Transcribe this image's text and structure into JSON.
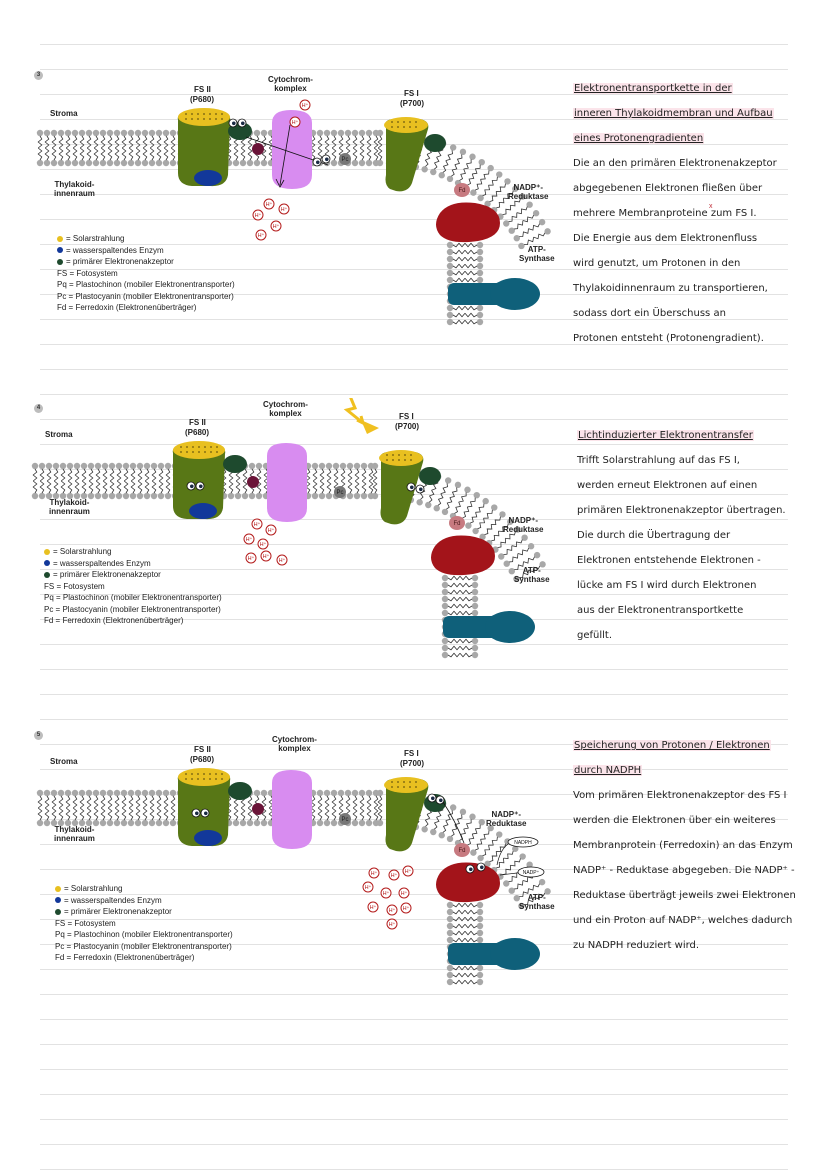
{
  "colors": {
    "ps2": "#587716",
    "ps1": "#587716",
    "yellow_cap": "#e8c020",
    "blue_enzyme": "#12389a",
    "acceptor": "#1e4a2e",
    "plastoquinone": "#6a1438",
    "cytochrome": "#d88cf0",
    "plastocyanin": "#777777",
    "ferredoxin": "#c77a80",
    "nadp_reductase": "#a3141a",
    "atp_synthase": "#0f607a",
    "h_ion": "#b41c1c",
    "sun": "#f0c020"
  },
  "sections": [
    {
      "number": "3",
      "labels": {
        "stroma": "Stroma",
        "lumen": "Thylakoid-\ninnenraum",
        "ps2": "FS II",
        "ps2_sub": "(P680)",
        "cytochrome": "Cytochrom-\nkomplex",
        "ps1": "FS I",
        "ps1_sub": "(P700)",
        "nadp_reductase": "NADP⁺-\nReduktase",
        "atp_synthase": "ATP-\nSynthase",
        "pc": "Pc",
        "fd": "Fd",
        "h_ion": "H⁺"
      },
      "legend": [
        {
          "icon": "yellow-dot",
          "text": "= Solarstrahlung"
        },
        {
          "icon": "blue-dot",
          "text": "= wasserspaltendes Enzym"
        },
        {
          "icon": "green-dot",
          "text": "= primärer Elektronenakzeptor"
        },
        {
          "icon": "",
          "text": "FS = Fotosystem"
        },
        {
          "icon": "",
          "text": "Pq = Plastochinon (mobiler Elektronentransporter)"
        },
        {
          "icon": "",
          "text": "Pc = Plastocyanin (mobiler Elektronentransporter)"
        },
        {
          "icon": "",
          "text": "Fd = Ferredoxin (Elektronenüberträger)"
        }
      ],
      "note_title": [
        "Elektronentransportkette in der",
        "inneren Thylakoidmembran und Aufbau",
        "eines Protonengradienten"
      ],
      "note_body": [
        "Die an den primären Elektronenakzeptor",
        "abgegebenen Elektronen fließen über",
        "mehrere Membranproteine zum FS I.",
        "Die Energie aus dem Elektronenfluss",
        "wird genutzt, um Protonen in den",
        "Thylakoidinnenraum zu transportieren,",
        "sodass dort ein Überschuss an",
        "Protonen entsteht (Protonengradient)."
      ],
      "note_mark": "x"
    },
    {
      "number": "4",
      "labels": {
        "stroma": "Stroma",
        "lumen": "Thylakoid-\ninnenraum",
        "ps2": "FS II",
        "ps2_sub": "(P680)",
        "cytochrome": "Cytochrom-\nkomplex",
        "ps1": "FS I",
        "ps1_sub": "(P700)",
        "nadp_reductase": "NADP⁺-\nReduktase",
        "atp_synthase": "ATP-\nSynthase",
        "pc": "Pc",
        "fd": "Fd",
        "h_ion": "H⁺"
      },
      "legend": [
        {
          "icon": "yellow-dot",
          "text": "= Solarstrahlung"
        },
        {
          "icon": "blue-dot",
          "text": "= wasserspaltendes Enzym"
        },
        {
          "icon": "green-dot",
          "text": "= primärer Elektronenakzeptor"
        },
        {
          "icon": "",
          "text": "FS = Fotosystem"
        },
        {
          "icon": "",
          "text": "Pq = Plastochinon (mobiler Elektronentransporter)"
        },
        {
          "icon": "",
          "text": "Pc = Plastocyanin (mobiler Elektronentransporter)"
        },
        {
          "icon": "",
          "text": "Fd = Ferredoxin (Elektronenüberträger)"
        }
      ],
      "note_title": [
        "Lichtinduzierter Elektronentransfer"
      ],
      "note_body": [
        "Trifft Solarstrahlung auf das FS I,",
        "werden erneut Elektronen auf einen",
        "primären Elektronenakzeptor übertragen.",
        "Die durch die Übertragung der",
        "Elektronen entstehende Elektronen -",
        "lücke am FS I wird durch Elektronen",
        "aus der Elektronentransportkette",
        "gefüllt."
      ],
      "note_mark": ""
    },
    {
      "number": "5",
      "labels": {
        "stroma": "Stroma",
        "lumen": "Thylakoid-\ninnenraum",
        "ps2": "FS II",
        "ps2_sub": "(P680)",
        "cytochrome": "Cytochrom-\nkomplex",
        "ps1": "FS I",
        "ps1_sub": "(P700)",
        "nadp_reductase": "NADP⁺-\nReduktase",
        "atp_synthase": "ATP-\nSynthase",
        "pc": "Pc",
        "fd": "Fd",
        "h_ion": "H⁺",
        "nadph": "NADPH",
        "nadp": "NADP⁺"
      },
      "legend": [
        {
          "icon": "yellow-dot",
          "text": "= Solarstrahlung"
        },
        {
          "icon": "blue-dot",
          "text": "= wasserspaltendes Enzym"
        },
        {
          "icon": "green-dot",
          "text": "= primärer Elektronenakzeptor"
        },
        {
          "icon": "",
          "text": "FS = Fotosystem"
        },
        {
          "icon": "",
          "text": "Pq = Plastochinon (mobiler Elektronentransporter)"
        },
        {
          "icon": "",
          "text": "Pc = Plastocyanin (mobiler Elektronentransporter)"
        },
        {
          "icon": "",
          "text": "Fd = Ferredoxin (Elektronenüberträger)"
        }
      ],
      "note_title": [
        "Speicherung von Protonen / Elektronen",
        "durch NADPH"
      ],
      "note_body": [
        "Vom primären Elektronenakzeptor des FS I",
        "werden die Elektronen über ein weiteres",
        "Membranprotein (Ferredoxin) an das Enzym",
        "NADP⁺ - Reduktase abgegeben. Die NADP⁺ -",
        "Reduktase überträgt jeweils zwei Elektronen",
        "und ein Proton auf NADP⁺, welches dadurch",
        "zu NADPH reduziert wird."
      ],
      "note_mark": ""
    }
  ]
}
